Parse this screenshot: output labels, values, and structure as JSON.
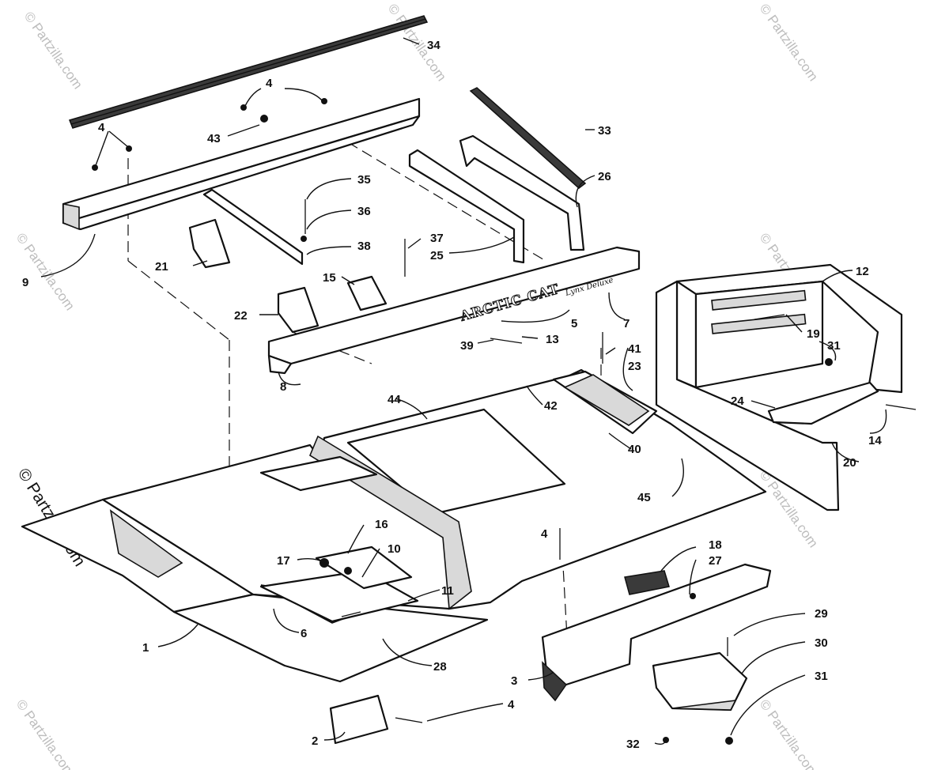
{
  "diagram": {
    "brand_text": "ARCTIC CAT",
    "script_text": "Lynx Deluxe",
    "watermark": "© Partzilla.com",
    "side_watermark": "© Partzilla.com",
    "callouts": [
      {
        "id": "c1",
        "text": "1"
      },
      {
        "id": "c2",
        "text": "2"
      },
      {
        "id": "c3",
        "text": "3"
      },
      {
        "id": "c4a",
        "text": "4"
      },
      {
        "id": "c4b",
        "text": "4"
      },
      {
        "id": "c4c",
        "text": "4"
      },
      {
        "id": "c4d",
        "text": "4"
      },
      {
        "id": "c5",
        "text": "5"
      },
      {
        "id": "c6",
        "text": "6"
      },
      {
        "id": "c7",
        "text": "7"
      },
      {
        "id": "c8",
        "text": "8"
      },
      {
        "id": "c9",
        "text": "9"
      },
      {
        "id": "c10",
        "text": "10"
      },
      {
        "id": "c11",
        "text": "11"
      },
      {
        "id": "c12",
        "text": "12"
      },
      {
        "id": "c13",
        "text": "13"
      },
      {
        "id": "c14",
        "text": "14"
      },
      {
        "id": "c15",
        "text": "15"
      },
      {
        "id": "c16",
        "text": "16"
      },
      {
        "id": "c17",
        "text": "17"
      },
      {
        "id": "c18",
        "text": "18"
      },
      {
        "id": "c19",
        "text": "19"
      },
      {
        "id": "c20",
        "text": "20"
      },
      {
        "id": "c21",
        "text": "21"
      },
      {
        "id": "c22",
        "text": "22"
      },
      {
        "id": "c23",
        "text": "23"
      },
      {
        "id": "c24",
        "text": "24"
      },
      {
        "id": "c25",
        "text": "25"
      },
      {
        "id": "c26",
        "text": "26"
      },
      {
        "id": "c27",
        "text": "27"
      },
      {
        "id": "c28",
        "text": "28"
      },
      {
        "id": "c29",
        "text": "29"
      },
      {
        "id": "c30",
        "text": "30"
      },
      {
        "id": "c31a",
        "text": "31"
      },
      {
        "id": "c31b",
        "text": "31"
      },
      {
        "id": "c32",
        "text": "32"
      },
      {
        "id": "c33",
        "text": "33"
      },
      {
        "id": "c34",
        "text": "34"
      },
      {
        "id": "c35",
        "text": "35"
      },
      {
        "id": "c36",
        "text": "36"
      },
      {
        "id": "c37",
        "text": "37"
      },
      {
        "id": "c38",
        "text": "38"
      },
      {
        "id": "c39",
        "text": "39"
      },
      {
        "id": "c40",
        "text": "40"
      },
      {
        "id": "c41",
        "text": "41"
      },
      {
        "id": "c42",
        "text": "42"
      },
      {
        "id": "c43",
        "text": "43"
      },
      {
        "id": "c44",
        "text": "44"
      },
      {
        "id": "c45",
        "text": "45"
      }
    ]
  }
}
